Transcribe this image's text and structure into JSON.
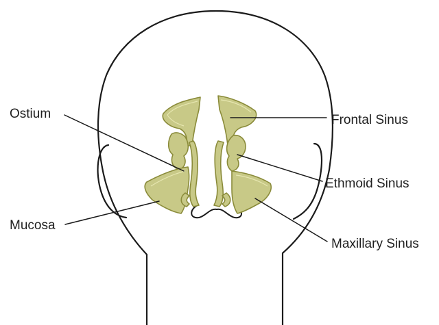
{
  "labels": {
    "ostium": "Ostium",
    "frontal": "Frontal Sinus",
    "ethmoid": "Ethmoid Sinus",
    "mucosa": "Mucosa",
    "maxillary": "Maxillary Sinus"
  },
  "colors": {
    "outline": "#1b1b1b",
    "sinus_fill": "#c8c987",
    "sinus_rim": "#e6e6b0",
    "sinus_edge": "#8a8b3a",
    "text": "#1f1f1f"
  }
}
